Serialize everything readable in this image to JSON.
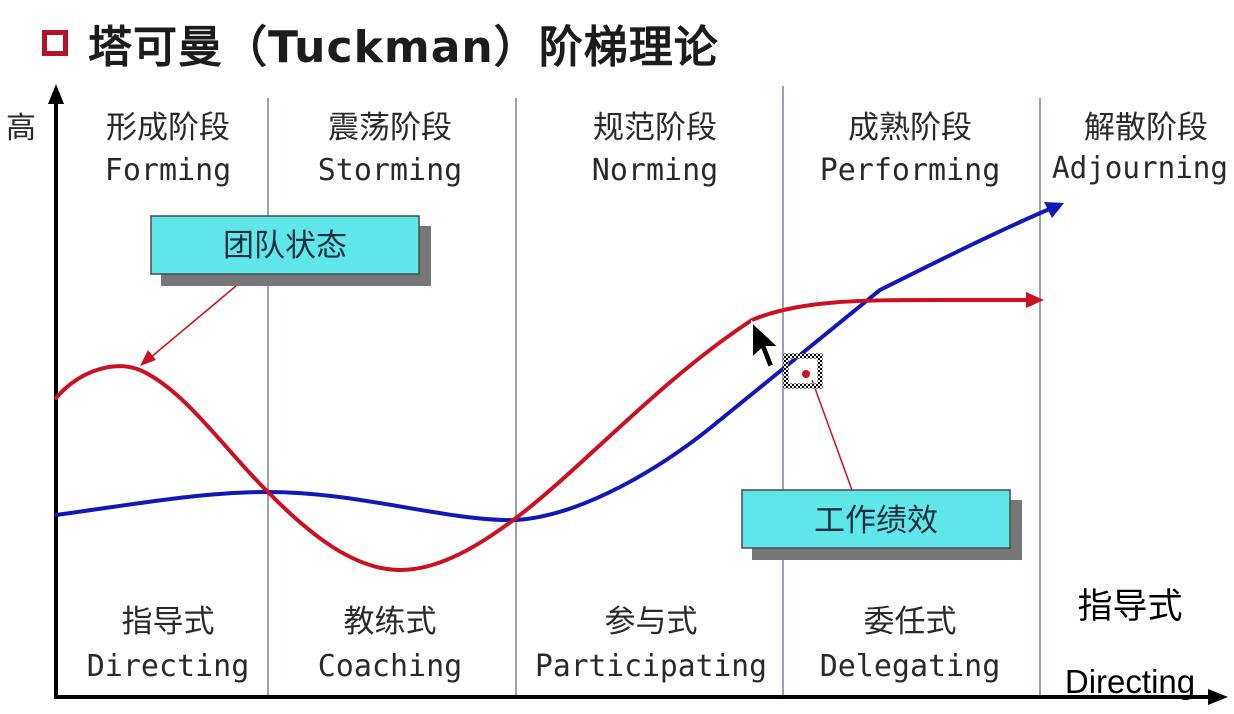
{
  "title": "塔可曼（Tuckman）阶梯理论",
  "y_axis_label": "高",
  "stages": [
    {
      "cn": "形成阶段",
      "en": "Forming"
    },
    {
      "cn": "震荡阶段",
      "en": "Storming"
    },
    {
      "cn": "规范阶段",
      "en": "Norming"
    },
    {
      "cn": "成熟阶段",
      "en": "Performing"
    },
    {
      "cn": "解散阶段",
      "en": "Adjourning"
    }
  ],
  "leadership_styles": [
    {
      "cn": "指导式",
      "en": "Directing"
    },
    {
      "cn": "教练式",
      "en": "Coaching"
    },
    {
      "cn": "参与式",
      "en": "Participating"
    },
    {
      "cn": "委任式",
      "en": "Delegating"
    },
    {
      "cn": "指导式",
      "en": "Directing"
    }
  ],
  "callouts": {
    "team_state": "团队状态",
    "work_performance": "工作绩效"
  },
  "colors": {
    "team_state_curve": "#cc1020",
    "work_performance_curve": "#1018b8",
    "callout_fill": "#5ee6ea",
    "title_box": "#b3122a"
  }
}
